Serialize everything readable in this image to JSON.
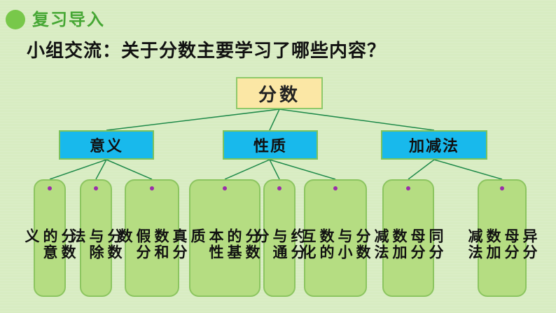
{
  "header": {
    "title": "复习导入"
  },
  "subtitle": "小组交流：关于分数主要学习了哪些内容？",
  "tree": {
    "root": "分数",
    "categories": [
      {
        "label": "意义",
        "leaves": [
          "分数\n的意\n义",
          "分数\n与除\n法",
          "真分\n数和\n假分\n数"
        ]
      },
      {
        "label": "性质",
        "leaves": [
          "分数\n的基\n本性\n质",
          "约分\n与通\n分",
          "分数\n与小\n数的\n互化"
        ]
      },
      {
        "label": "加减法",
        "leaves": [
          "同分\n母分\n数加\n减法",
          "异分\n母分\n数加\n减法"
        ]
      }
    ]
  },
  "colors": {
    "title_green": "#46a734",
    "root_fill": "#fbe7a5",
    "category_fill": "#18b9ec",
    "leaf_fill": "#b5dd82",
    "connector": "#1f8a4a",
    "bullet": "#9a2ea8"
  }
}
